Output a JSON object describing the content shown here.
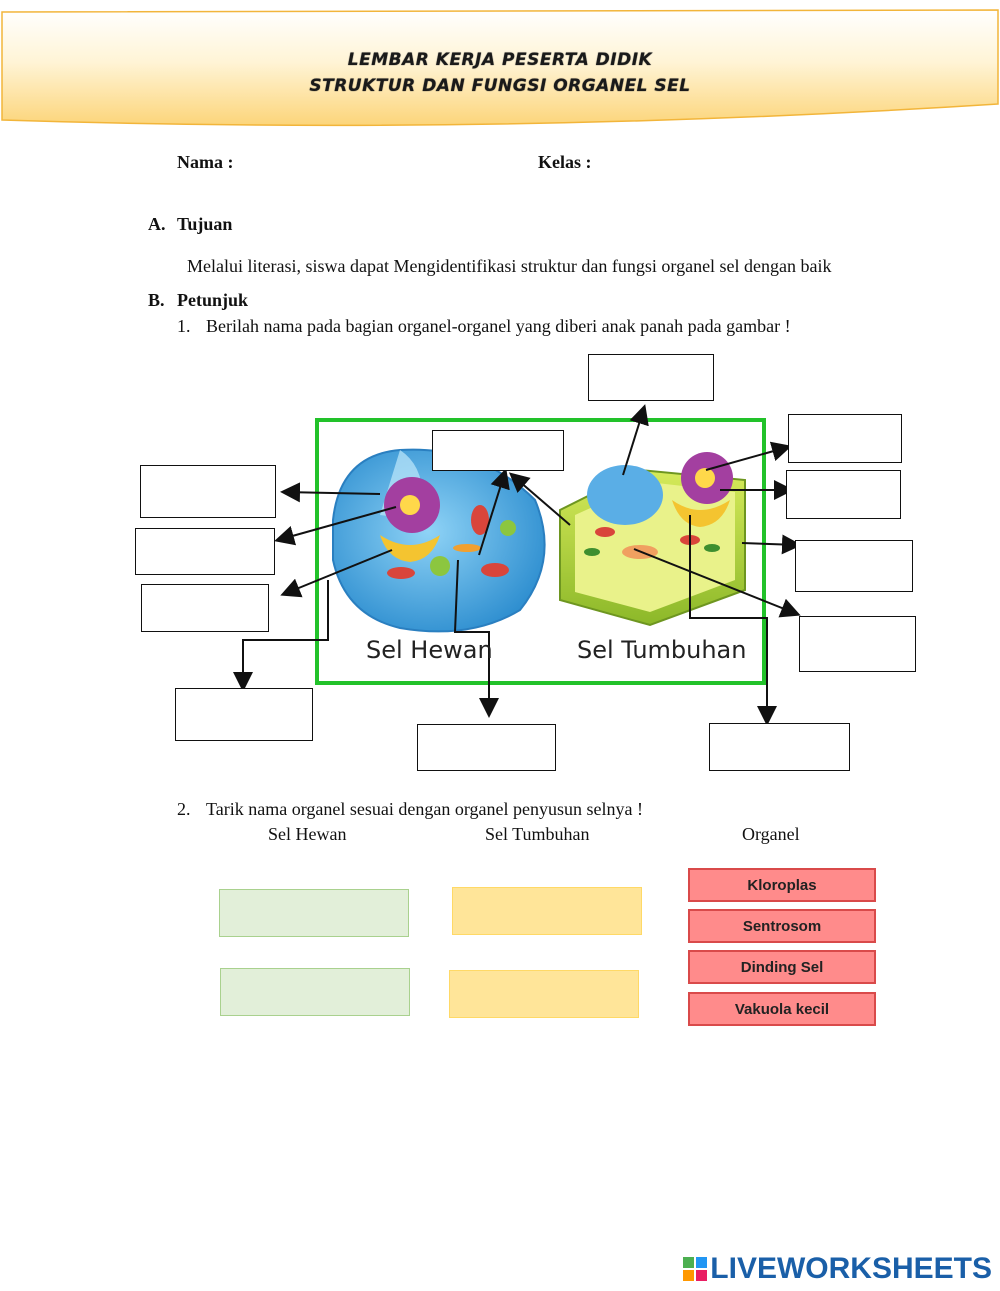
{
  "header": {
    "title_line1": "LEMBAR KERJA PESERTA DIDIK",
    "title_line2": "STRUKTUR DAN FUNGSI ORGANEL SEL"
  },
  "identity": {
    "name_label": "Nama  :",
    "class_label": "Kelas  :"
  },
  "section_a": {
    "letter": "A.",
    "heading": "Tujuan",
    "body": "Melalui literasi, siswa dapat Mengidentifikasi struktur dan fungsi organel sel dengan baik"
  },
  "section_b": {
    "letter": "B.",
    "heading": "Petunjuk",
    "instruction1_num": "1.",
    "instruction1": "Berilah nama pada bagian organel-organel yang diberi anak panah pada gambar !",
    "instruction2_num": "2.",
    "instruction2": "Tarik nama organel sesuai dengan organel penyusun selnya !"
  },
  "diagram": {
    "animal_cell_label": "Sel Hewan",
    "plant_cell_label": "Sel Tumbuhan",
    "frame_color": "#22c22a"
  },
  "matching": {
    "col_animal": "Sel Hewan",
    "col_plant": "Sel Tumbuhan",
    "col_organel": "Organel",
    "organel_options": [
      "Kloroplas",
      "Sentrosom",
      "Dinding Sel",
      "Vakuola kecil"
    ]
  },
  "footer": {
    "brand": "LIVEWORKSHEETS"
  }
}
